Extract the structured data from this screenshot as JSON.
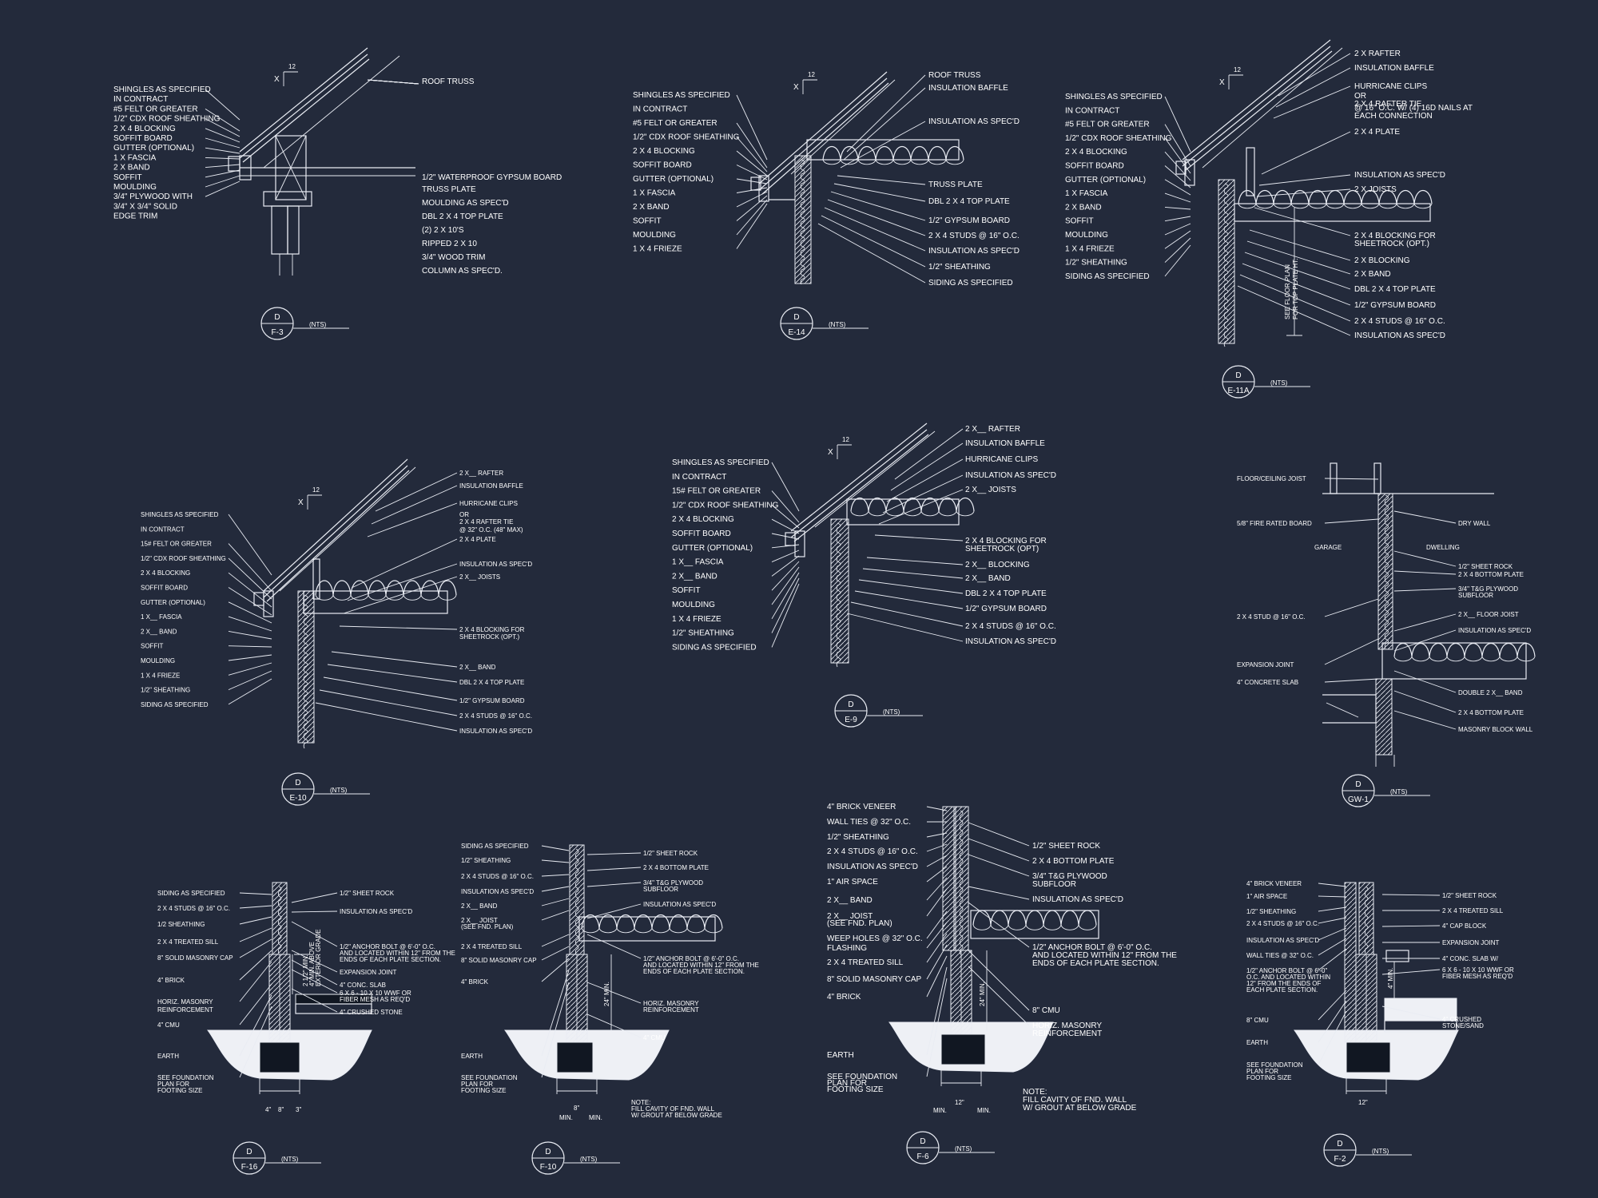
{
  "sheet": {
    "background": "#232a3b",
    "line_color": "#e9ecf3",
    "slope": {
      "rise": "X",
      "run": "12"
    }
  },
  "details": [
    {
      "id": "F-3",
      "tag_top": "D",
      "tag_bottom": "F-3",
      "scale": "(NTS)",
      "left_labels": [
        "SHINGLES AS SPECIFIED",
        "IN CONTRACT",
        "#5 FELT OR GREATER",
        "1/2\" CDX ROOF SHEATHING",
        "2 X 4 BLOCKING",
        "SOFFIT BOARD",
        "GUTTER (OPTIONAL)",
        "1 X FASCIA",
        "2 X BAND",
        "SOFFIT",
        "MOULDING",
        "3/4\" PLYWOOD WITH",
        "3/4\" X 3/4\" SOLID",
        "EDGE TRIM"
      ],
      "right_labels": [
        "ROOF TRUSS",
        "1/2\" WATERPROOF GYPSUM BOARD",
        "TRUSS PLATE",
        "MOULDING AS SPEC'D",
        "DBL 2 X 4 TOP PLATE",
        "(2) 2 X 10's",
        "RIPPED 2 X 10",
        "3/4\" WOOD TRIM",
        "COLUMN AS SPEC'D."
      ]
    },
    {
      "id": "E-14",
      "tag_top": "D",
      "tag_bottom": "E-14",
      "scale": "(NTS)",
      "left_labels": [
        "SHINGLES AS SPECIFIED",
        "IN CONTRACT",
        "#5 FELT OR GREATER",
        "1/2\" CDX ROOF SHEATHING",
        "2 X 4 BLOCKING",
        "SOFFIT BOARD",
        "GUTTER (OPTIONAL)",
        "1 X FASCIA",
        "2 X BAND",
        "SOFFIT",
        "MOULDING",
        "1 X 4 FRIEZE"
      ],
      "right_labels": [
        "ROOF TRUSS",
        "INSULATION BAFFLE",
        "INSULATION AS SPEC'D",
        "TRUSS PLATE",
        "DBL 2 X 4 TOP PLATE",
        "1/2\" GYPSUM BOARD",
        "2 X 4 STUDS @ 16\" O.C.",
        "INSULATION AS SPEC'D",
        "1/2\" SHEATHING",
        "SIDING AS SPECIFIED"
      ]
    },
    {
      "id": "E-11A",
      "tag_top": "D",
      "tag_bottom": "E-11A",
      "scale": "(NTS)",
      "left_labels": [
        "SHINGLES AS SPECIFIED",
        "IN CONTRACT",
        "#5 FELT OR GREATER",
        "1/2\" CDX ROOF SHEATHING",
        "2 X 4 BLOCKING",
        "SOFFIT BOARD",
        "GUTTER (OPTIONAL)",
        "1 X FASCIA",
        "2 X BAND",
        "SOFFIT",
        "MOULDING",
        "1 X 4 FRIEZE",
        "1/2\" SHEATHING",
        "SIDING AS SPECIFIED"
      ],
      "right_labels": [
        "2 X RAFTER",
        "INSULATION BAFFLE",
        "HURRICANE CLIPS",
        "OR",
        "2 X 4 RAFTER TIE",
        "@ 16\" O.C. W/ (4) 16d NAILS AT",
        "EACH CONNECTION",
        "2 X 4 PLATE",
        "INSULATION AS SPEC'D",
        "2 X JOISTS",
        "2 X 4 BLOCKING FOR",
        "SHEETROCK (OPT.)",
        "2 X BLOCKING",
        "2 X BAND",
        "DBL 2 X 4 TOP PLATE",
        "1/2\" GYPSUM BOARD",
        "2 X 4 STUDS @ 16\" O.C.",
        "INSULATION AS SPEC'D"
      ],
      "notes": [
        "SEE FLOOR PLAN",
        "FOR TOP PLATE HT."
      ]
    },
    {
      "id": "E-10",
      "tag_top": "D",
      "tag_bottom": "E-10",
      "scale": "(NTS)",
      "left_labels": [
        "SHINGLES AS SPECIFIED",
        "IN CONTRACT",
        "15# FELT OR GREATER",
        "1/2\" CDX ROOF SHEATHING",
        "2 X 4 BLOCKING",
        "SOFFIT BOARD",
        "GUTTER (OPTIONAL)",
        "1 X__ FASCIA",
        "2 X__ BAND",
        "SOFFIT",
        "MOULDING",
        "1 X 4 FRIEZE",
        "1/2\" SHEATHING",
        "SIDING AS SPECIFIED"
      ],
      "right_labels": [
        "2 X__ RAFTER",
        "INSULATION BAFFLE",
        "HURRICANE CLIPS",
        "OR",
        "2 X 4 RAFTER TIE",
        "@ 32\" O.C. (48\" MAX)",
        "2 X 4 PLATE",
        "INSULATION AS SPEC'D",
        "2 X__ JOISTS",
        "2 X 4 BLOCKING FOR",
        "SHEETROCK (OPT.)",
        "2 X__ BAND",
        "DBL 2 X 4 TOP PLATE",
        "1/2\" GYPSUM BOARD",
        "2 X 4 STUDS @ 16\" O.C.",
        "INSULATION AS SPEC'D"
      ]
    },
    {
      "id": "E-9",
      "tag_top": "D",
      "tag_bottom": "E-9",
      "scale": "(NTS)",
      "left_labels": [
        "SHINGLES AS SPECIFIED",
        "IN CONTRACT",
        "15# FELT OR GREATER",
        "1/2\" CDX ROOF SHEATHING",
        "2 X 4 BLOCKING",
        "SOFFIT BOARD",
        "GUTTER (OPTIONAL)",
        "1 X__ FASCIA",
        "2 X__ BAND",
        "SOFFIT",
        "MOULDING",
        "1 X 4 FRIEZE",
        "1/2\" SHEATHING",
        "SIDING AS SPECIFIED"
      ],
      "right_labels": [
        "2 X__ RAFTER",
        "INSULATION BAFFLE",
        "HURRICANE CLIPS",
        "INSULATION AS SPEC'D",
        "2 X__ JOISTS",
        "2 X 4 BLOCKING FOR",
        "SHEETROCK (OPT)",
        "2 X__ BLOCKING",
        "2 X__ BAND",
        "DBL 2 X 4 TOP PLATE",
        "1/2\" GYPSUM BOARD",
        "2 X 4 STUDS @ 16\" O.C.",
        "INSULATION AS SPEC'D"
      ]
    },
    {
      "id": "GW-1",
      "tag_top": "D",
      "tag_bottom": "GW-1",
      "scale": "(NTS)",
      "left_labels": [
        "FLOOR/CEILING JOIST",
        "5/8\" FIRE RATED BOARD",
        "GARAGE",
        "2 X 4 STUD @ 16\" O.C.",
        "EXPANSION JOINT",
        "4\" CONCRETE SLAB"
      ],
      "right_labels": [
        "DRY WALL",
        "DWELLING",
        "1/2\" SHEET ROCK",
        "2 X 4 BOTTOM PLATE",
        "3/4\" T&G PLYWOOD",
        "SUBFLOOR",
        "2 X__ FLOOR JOIST",
        "INSULATION AS SPEC'D",
        "DOUBLE 2 X__ BAND",
        "2 X 4 BOTTOM PLATE",
        "MASONRY BLOCK WALL"
      ]
    },
    {
      "id": "F-16",
      "tag_top": "D",
      "tag_bottom": "F-16",
      "scale": "(NTS)",
      "left_labels": [
        "SIDING AS SPECIFIED",
        "2 X 4 STUDS @ 16\" O.C.",
        "1/2 SHEATHING",
        "2 X 4 TREATED SILL",
        "8\" SOLID MASONRY CAP",
        "4\" BRICK",
        "HORIZ. MASONRY",
        "REINFORCEMENT",
        "4\" CMU",
        "EARTH",
        "SEE FOUNDATION",
        "PLAN FOR",
        "FOOTING SIZE"
      ],
      "right_labels": [
        "1/2\" SHEET ROCK",
        "INSULATION AS SPEC'D",
        "1/2\" ANCHOR BOLT @ 6'-0\" O.C.",
        "AND LOCATED WITHIN 12\" FROM THE",
        "ENDS OF EACH PLATE SECTION.",
        "EXPANSION JOINT",
        "4\" CONC. SLAB",
        "6 X 6 - 10 X 10 WWF OR",
        "FIBER MESH AS REQ'D",
        "4\" CRUSHED STONE"
      ],
      "notes": [
        "2 1/2\" MIN.",
        "4\" MIN. ABOVE",
        "EXTERIOR GRADE",
        "8\"",
        "4\"",
        "3\""
      ]
    },
    {
      "id": "F-10",
      "tag_top": "D",
      "tag_bottom": "F-10",
      "scale": "(NTS)",
      "left_labels": [
        "SIDING AS SPECIFIED",
        "1/2\" SHEATHING",
        "2 X 4 STUDS @ 16\" O.C.",
        "INSULATION AS SPEC'D",
        "2 X__ BAND",
        "2 X__ JOIST",
        "(SEE FND. PLAN)",
        "2 X 4 TREATED SILL",
        "8\" SOLID MASONRY CAP",
        "4\" BRICK",
        "EARTH",
        "SEE FOUNDATION",
        "PLAN FOR",
        "FOOTING SIZE"
      ],
      "right_labels": [
        "1/2\" SHEET ROCK",
        "2 X 4 BOTTOM PLATE",
        "3/4\" T&G PLYWOOD",
        "SUBFLOOR",
        "INSULATION AS SPEC'D",
        "1/2\" ANCHOR BOLT @ 6'-0\" O.C.",
        "AND LOCATED WITHIN 12\" FROM THE",
        "ENDS OF EACH PLATE SECTION.",
        "HORIZ. MASONRY",
        "REINFORCEMENT",
        "4\" CMU"
      ],
      "notes": [
        "24\" MIN.",
        "MIN.",
        "8\"",
        "MIN.",
        "NOTE:",
        "FILL CAVITY OF FND. WALL",
        "W/ GROUT AT BELOW GRADE"
      ]
    },
    {
      "id": "F-6",
      "tag_top": "D",
      "tag_bottom": "F-6",
      "scale": "(NTS)",
      "left_labels": [
        "4\" BRICK VENEER",
        "WALL TIES @ 32\" O.C.",
        "1/2\" SHEATHING",
        "2 X 4 STUDS @ 16\" O.C.",
        "INSULATION AS SPEC'D",
        "1\" AIR SPACE",
        "2 X__ BAND",
        "2 X__ JOIST",
        "(SEE FND. PLAN)",
        "WEEP HOLES @ 32\" O.C.",
        "FLASHING",
        "2 X 4 TREATED SILL",
        "8\" SOLID MASONRY CAP",
        "4\" BRICK",
        "EARTH",
        "SEE FOUNDATION",
        "PLAN FOR",
        "FOOTING SIZE"
      ],
      "right_labels": [
        "1/2\" SHEET ROCK",
        "2 X 4 BOTTOM PLATE",
        "3/4\" T&G PLYWOOD",
        "SUBFLOOR",
        "INSULATION AS SPEC'D",
        "1/2\" ANCHOR BOLT @ 6'-0\" O.C.",
        "AND LOCATED WITHIN 12\" FROM THE",
        "ENDS OF EACH PLATE SECTION.",
        "8\" CMU",
        "HORIZ. MASONRY",
        "REINFORCEMENT"
      ],
      "notes": [
        "24\" MIN.",
        "MIN.",
        "12\"",
        "MIN.",
        "NOTE:",
        "FILL CAVITY OF FND. WALL",
        "W/ GROUT AT BELOW GRADE"
      ]
    },
    {
      "id": "F-2",
      "tag_top": "D",
      "tag_bottom": "F-2",
      "scale": "(NTS)",
      "left_labels": [
        "4\" BRICK VENEER",
        "1\" AIR SPACE",
        "1/2\" SHEATHING",
        "2 X 4 STUDS @ 16\" O.C.",
        "INSULATION AS SPEC'D",
        "WALL TIES @ 32\" O.C.",
        "1/2\" ANCHOR BOLT @ 6'-0\"",
        "O.C. AND LOCATED WITHIN",
        "12\" FROM THE ENDS OF",
        "EACH PLATE SECTION.",
        "8\" CMU",
        "EARTH",
        "SEE FOUNDATION",
        "PLAN FOR",
        "FOOTING SIZE"
      ],
      "right_labels": [
        "1/2\" SHEET ROCK",
        "2 X 4 TREATED SILL",
        "4\" CAP BLOCK",
        "EXPANSION JOINT",
        "4\" CONC. SLAB W/",
        "6 X 6 - 10 X 10 WWF OR",
        "FIBER MESH AS REQ'D",
        "4\" CRUSHED",
        "STONE/SAND"
      ],
      "notes": [
        "4\" MIN.",
        "12\""
      ]
    }
  ]
}
